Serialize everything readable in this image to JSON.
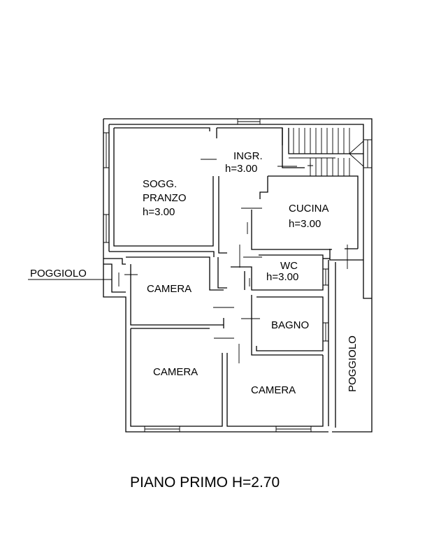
{
  "rooms": {
    "soggiorno": [
      "SOGG.",
      "PRANZO",
      "h=3.00"
    ],
    "ingresso": [
      "INGR.",
      "h=3.00"
    ],
    "cucina": [
      "CUCINA",
      "h=3.00"
    ],
    "wc": [
      "WC",
      "h=3.00"
    ],
    "bagno": "BAGNO",
    "camera_1": "CAMERA",
    "camera_2": "CAMERA",
    "camera_3": "CAMERA",
    "poggiolo_left": "POGGIOLO",
    "poggiolo_right": "POGGIOLO"
  },
  "title": "PIANO PRIMO H=2.70"
}
